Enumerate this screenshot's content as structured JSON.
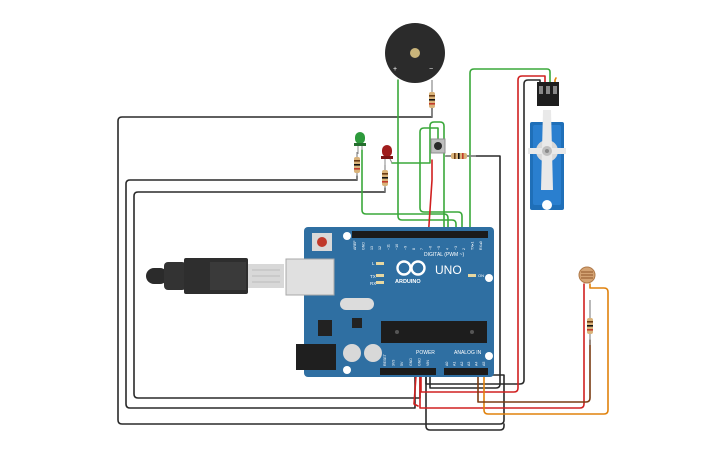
{
  "board": {
    "brand": "UNO",
    "maker": "ARDUINO",
    "digital_label": "DIGITAL (PWM ~)",
    "power_label": "POWER",
    "analog_label": "ANALOG IN",
    "tx_label": "TX",
    "rx_label": "RX",
    "l_label": "L",
    "on_label": "ON",
    "ioref_label": "IOREF",
    "digital_pins": [
      "AREF",
      "GND",
      "13",
      "12",
      "~11",
      "~10",
      "~9",
      "8",
      "7",
      "~6",
      "~5",
      "4",
      "~3",
      "2",
      "TX▸1",
      "RX◂0"
    ],
    "power_pins": [
      "RESET",
      "3V3",
      "5V",
      "GND",
      "GND",
      "VIN"
    ],
    "analog_pins": [
      "A0",
      "A1",
      "A2",
      "A3",
      "A4",
      "A5"
    ]
  },
  "buzzer": {
    "plus": "+",
    "minus": "−"
  },
  "components": [
    {
      "id": "buzzer",
      "type": "piezo"
    },
    {
      "id": "led_green",
      "type": "led",
      "color": "#2e9a3c"
    },
    {
      "id": "led_red",
      "type": "led",
      "color": "#a01c1c"
    },
    {
      "id": "pushbutton",
      "type": "pushbutton"
    },
    {
      "id": "servo",
      "type": "micro-servo",
      "color": "#1f6fb8"
    },
    {
      "id": "photoresistor",
      "type": "ldr"
    },
    {
      "id": "usb_cable",
      "type": "usb-b"
    }
  ],
  "colors": {
    "board": "#2f6fa2",
    "wire_black": "#2a2a2a",
    "wire_green": "#3aa83a",
    "wire_red": "#d02020",
    "wire_orange": "#e0820d",
    "wire_brown": "#7a3b12"
  }
}
